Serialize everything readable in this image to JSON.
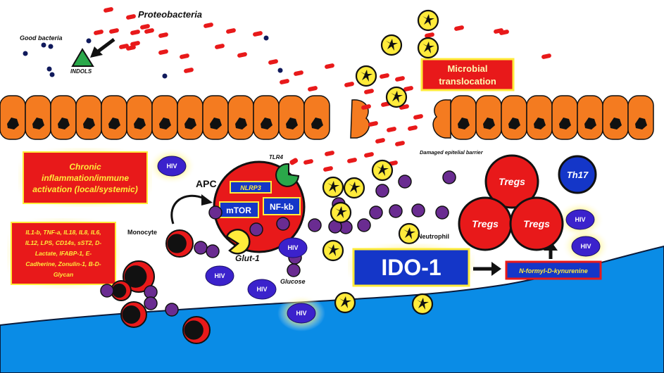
{
  "labels": {
    "proteobacteria": "Proteobacteria",
    "good_bacteria": "Good bacteria",
    "indols": "INDOLS",
    "microbial_translocation": [
      "Microbial",
      "translocation"
    ],
    "damaged_barrier": "Damaged epitelial barrier",
    "tlr4": "TLR4",
    "chronic_inflammation": [
      "Chronic",
      "inflammation/immune",
      "activation (local/systemic)"
    ],
    "apc": "APC",
    "nlrp3": "NLRP3",
    "mtor": "mTOR",
    "nfkb": "NF-kb",
    "glut1": "Glut-1",
    "glucose": "Glucose",
    "monocyte": "Monocyte",
    "neutrophil": "Neutrophil",
    "ido1": "IDO-1",
    "kynurenine": "N-formyl-D-kynurenine",
    "tregs": "Tregs",
    "th17": "Th17",
    "hiv": "HIV",
    "biomarkers": [
      "IL1-b, TNF-a, IL18, IL8, IL6,",
      "IL12, LPS, CD14s, sST2, D-",
      "Lactate, IFABP-1, E-",
      "Cadherine, Zonulin-1, B-D-",
      "Glycan"
    ]
  },
  "colors": {
    "red": "#e8191a",
    "orange": "#f47b20",
    "blue_ido": "#1436c8",
    "yellow": "#ffeb3b",
    "hiv": "#3b22cc",
    "purple": "#6a2c91",
    "navy": "#101a5c",
    "vessel": "#0a8ce6",
    "green": "#2aa84a"
  }
}
